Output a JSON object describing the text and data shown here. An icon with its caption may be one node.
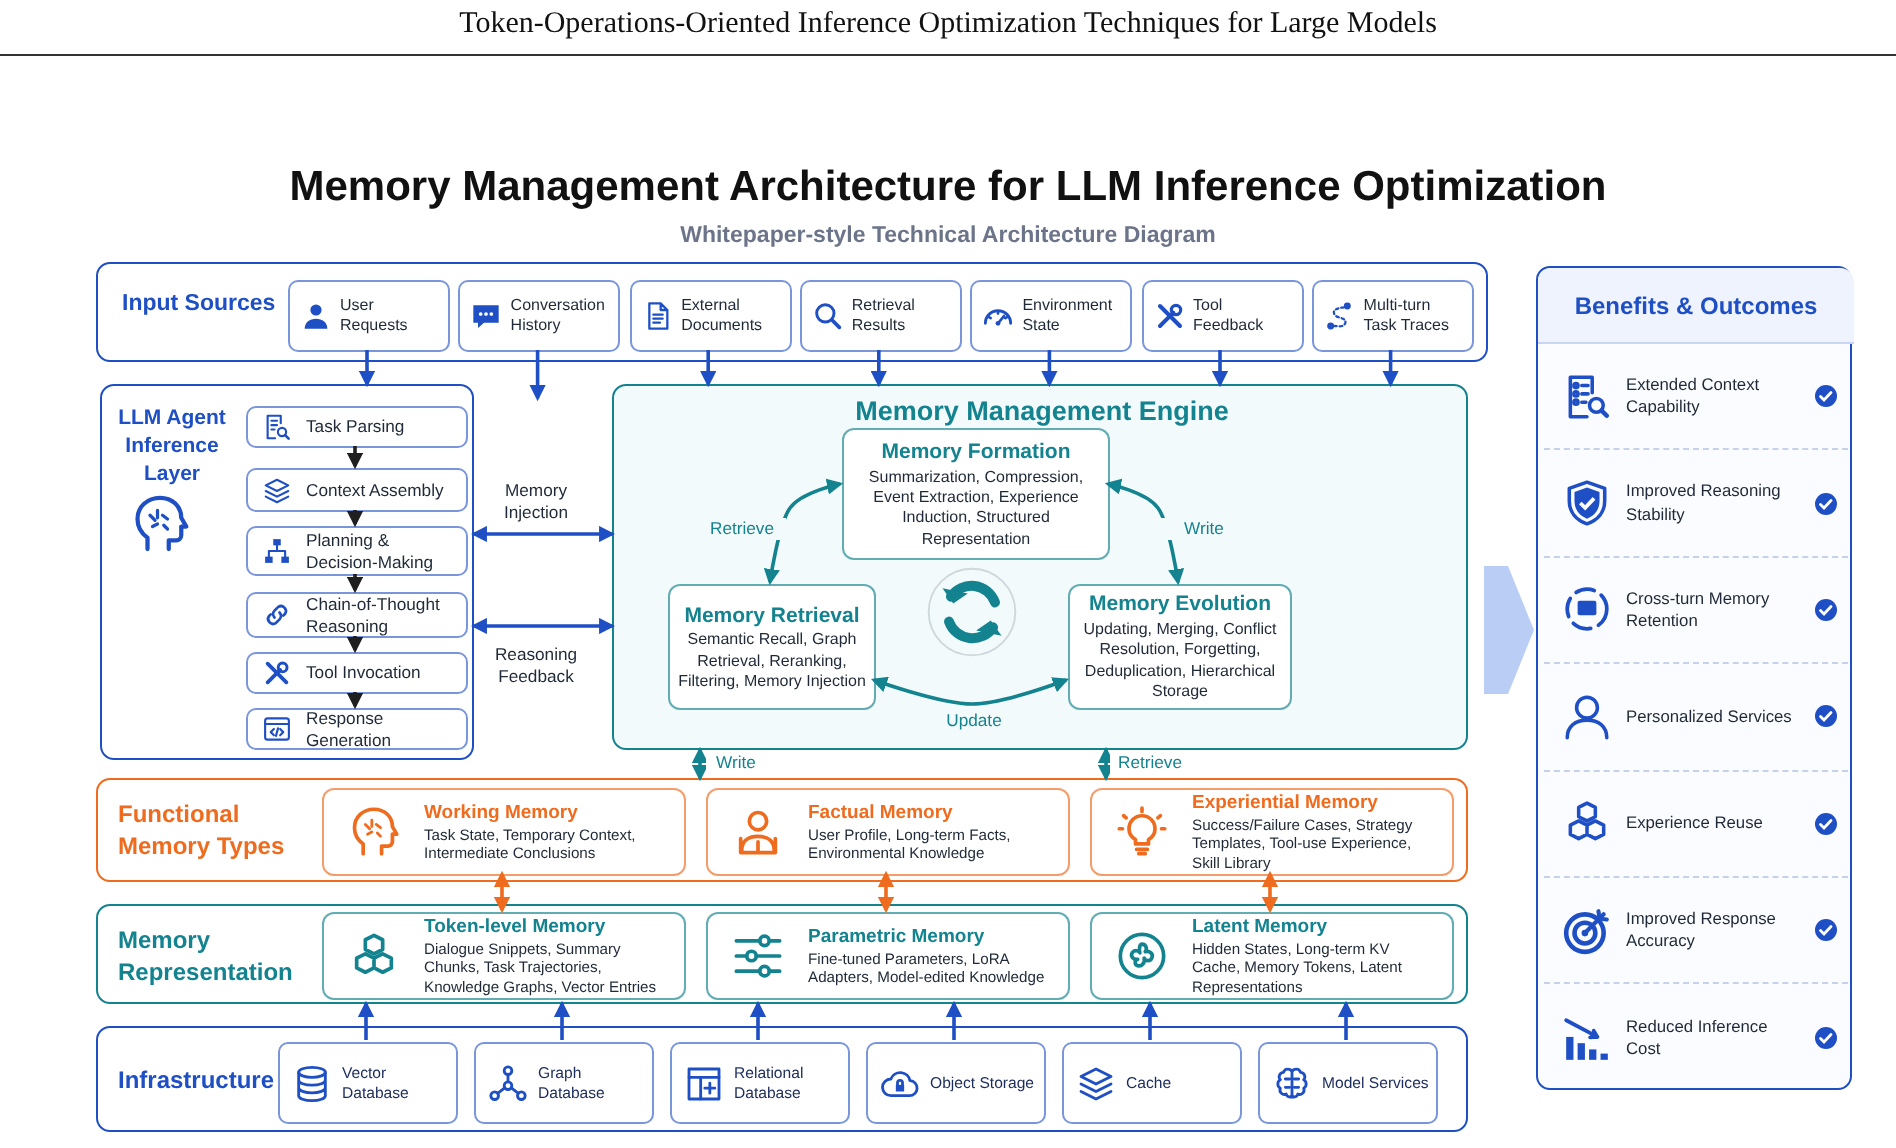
{
  "diagram": {
    "title": "Memory Management Architecture for LLM Inference Optimization",
    "nodes": [
      {
        "text": [
          "Input Sources"
        ]
      },
      {
        "text": [
          "User Requests"
        ],
        "in": 0
      },
      {
        "text": [
          "Conversation History"
        ],
        "in": 0
      },
      {
        "text": [
          "External Documents"
        ],
        "in": 0
      },
      {
        "text": [
          "Retrieval Results"
        ],
        "in": 0
      },
      {
        "text": [
          "Environment State"
        ],
        "in": 0
      },
      {
        "text": [
          "Tool Feedback"
        ],
        "in": 0
      },
      {
        "text": [
          "Multi-turn Task Traces"
        ],
        "in": 0
      },
      {
        "text": [
          "LLM Agent Inference Layer"
        ]
      },
      {
        "text": [
          "Task Parsing"
        ],
        "in": 8
      },
      {
        "text": [
          "Context Assembly"
        ],
        "in": 8
      },
      {
        "text": [
          "Planning & Decision-Making"
        ],
        "in": 8
      },
      {
        "text": [
          "Chain-of-Thought Reasoning"
        ],
        "in": 8
      },
      {
        "text": [
          "Tool Invocation"
        ],
        "in": 8
      },
      {
        "text": [
          "Response Generation"
        ],
        "in": 8
      },
      {
        "text": [
          "Memory Management Engine"
        ]
      },
      {
        "text": [
          "Memory Formation",
          "Summarization, Compression, Event Extraction, Experience Induction, Structured Representation"
        ],
        "in": 15
      },
      {
        "text": [
          "Memory Retrieval",
          "Semantic Recall, Graph Retrieval, Reranking, Filtering, Memory Injection"
        ],
        "in": 15
      },
      {
        "text": [
          "Memory Evolution",
          "Updating, Merging, Conflict Resolution, Forgetting, Deduplication, Hierarchical Storage"
        ],
        "in": 15
      },
      {
        "text": [
          "Functional Memory Types"
        ]
      },
      {
        "text": [
          "Working Memory",
          "Task State, Temporary Context, Intermediate Conclusions"
        ],
        "in": 19
      },
      {
        "text": [
          "Factual Memory",
          "User Profile, Long-term Facts, Environmental Knowledge"
        ],
        "in": 19
      },
      {
        "text": [
          "Experiential Memory",
          "Success/Failure Cases, Strategy Templates, Tool-use Experience, Skill Library"
        ],
        "in": 19
      },
      {
        "text": [
          "Memory Representation"
        ]
      },
      {
        "text": [
          "Token-level Memory",
          "Dialogue Snippets, Summary Chunks, Task Trajectories, Knowledge Graphs, Vector Entries"
        ],
        "in": 23
      },
      {
        "text": [
          "Parametric Memory",
          "Fine-tuned Parameters, LoRA Adapters, Model-edited Knowledge"
        ],
        "in": 23
      },
      {
        "text": [
          "Latent Memory",
          "Hidden States, Long-term KV Cache, Memory Tokens, Latent Representations"
        ],
        "in": 23
      },
      {
        "text": [
          "Infrastructure"
        ]
      },
      {
        "text": [
          "Vector Database"
        ],
        "in": 27
      },
      {
        "text": [
          "Graph Database"
        ],
        "in": 27
      },
      {
        "text": [
          "Relational Database"
        ],
        "in": 27
      },
      {
        "text": [
          "Object Storage"
        ],
        "in": 27
      },
      {
        "text": [
          "Cache"
        ],
        "in": 27
      },
      {
        "text": [
          "Model Services"
        ],
        "in": 27
      },
      {
        "text": [
          "Benefits & Outcomes"
        ]
      },
      {
        "text": [
          "Extended Context Capability"
        ],
        "in": 34
      },
      {
        "text": [
          "Improved Reasoning Stability"
        ],
        "in": 34
      },
      {
        "text": [
          "Cross-turn Memory Retention"
        ],
        "in": 34
      },
      {
        "text": [
          "Personalized Services"
        ],
        "in": 34
      },
      {
        "text": [
          "Experience Reuse"
        ],
        "in": 34
      },
      {
        "text": [
          "Improved Response Accuracy"
        ],
        "in": 34
      },
      {
        "text": [
          "Reduced Inference Cost"
        ],
        "in": 34
      }
    ],
    "edges": [
      {
        "from": 1,
        "to": 8,
        "arrow": "to"
      },
      {
        "from": 2,
        "to": null,
        "arrow": "to"
      },
      {
        "from": 3,
        "to": 15,
        "arrow": "to"
      },
      {
        "from": 4,
        "to": 15,
        "arrow": "to"
      },
      {
        "from": 5,
        "to": 15,
        "arrow": "to"
      },
      {
        "from": 6,
        "to": 15,
        "arrow": "to"
      },
      {
        "from": 7,
        "to": 15,
        "arrow": "to"
      },
      {
        "from": 9,
        "to": 10,
        "arrow": "to",
        "color": "#1f1f1f"
      },
      {
        "from": 10,
        "to": 11,
        "arrow": "to",
        "color": "#1f1f1f"
      },
      {
        "from": 11,
        "to": 12,
        "arrow": "to",
        "color": "#1f1f1f"
      },
      {
        "from": 12,
        "to": 13,
        "arrow": "to",
        "color": "#1f1f1f"
      },
      {
        "from": 13,
        "to": 14,
        "arrow": "to",
        "color": "#1f1f1f"
      },
      {
        "from": 8,
        "to": 15,
        "arrow": "both",
        "label": "Memory Injection"
      },
      {
        "from": 8,
        "to": 15,
        "arrow": "both",
        "label": "Reasoning Feedback"
      },
      {
        "from": 16,
        "to": 17,
        "arrow": "both",
        "label": "Retrieve",
        "color": "#13838f"
      },
      {
        "from": 16,
        "to": 18,
        "arrow": "both",
        "label": "Write",
        "color": "#13838f"
      },
      {
        "from": 17,
        "to": 18,
        "arrow": "both",
        "label": "Update",
        "color": "#13838f"
      },
      {
        "from": 15,
        "to": 19,
        "arrow": "both",
        "label": "Write",
        "color": "#13838f"
      },
      {
        "from": 15,
        "to": 19,
        "arrow": "both",
        "label": "Retrieve",
        "color": "#13838f"
      },
      {
        "from": 20,
        "to": 24,
        "arrow": "both",
        "color": "#ef6c1f"
      },
      {
        "from": 21,
        "to": 25,
        "arrow": "both",
        "color": "#ef6c1f"
      },
      {
        "from": 22,
        "to": 26,
        "arrow": "both",
        "color": "#ef6c1f"
      },
      {
        "from": 28,
        "to": 23,
        "arrow": "to"
      },
      {
        "from": 29,
        "to": 23,
        "arrow": "to"
      },
      {
        "from": 30,
        "to": 23,
        "arrow": "to"
      },
      {
        "from": 31,
        "to": 23,
        "arrow": "to"
      },
      {
        "from": 32,
        "to": 23,
        "arrow": "to"
      },
      {
        "from": 33,
        "to": 23,
        "arrow": "to"
      },
      {
        "from": null,
        "to": 34,
        "arrow": "to",
        "style": "thick",
        "color": "#b9cdf5"
      }
    ],
    "labels": [
      "Token-Operations-Oriented Inference Optimization Techniques for Large Models",
      "Whitepaper-style Technical Architecture Diagram"
    ]
  }
}
